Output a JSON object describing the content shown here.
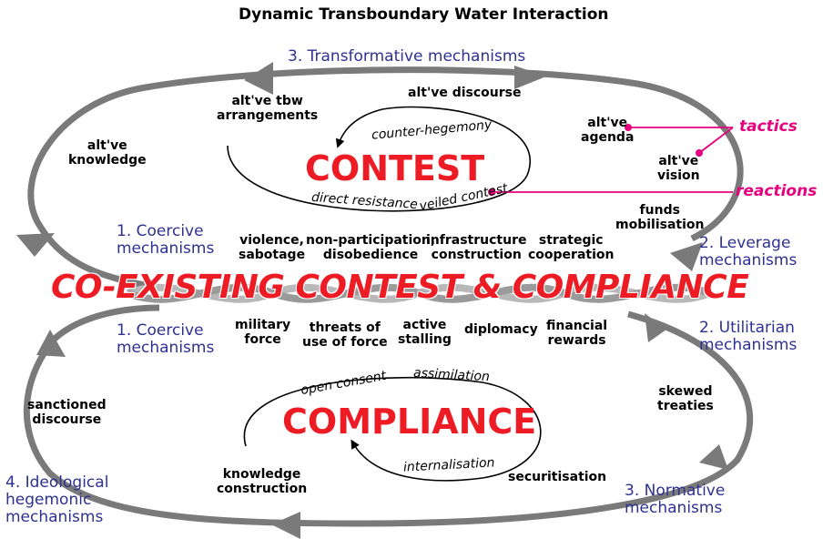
{
  "title": "Dynamic Transboundary Water Interaction",
  "center": {
    "contest": "CONTEST",
    "compliance": "COMPLIANCE",
    "banner": "CO-EXISTING CONTEST & COMPLIANCE"
  },
  "mechanisms": {
    "transformative": "3. Transformative mechanisms",
    "coercive_top": "1. Coercive\nmechanisms",
    "leverage": "2. Leverage\nmechanisms",
    "coercive_bottom": "1. Coercive\nmechanisms",
    "utilitarian": "2. Utilitarian\nmechanisms",
    "normative": "3. Normative\nmechanisms",
    "ideological": "4. Ideological\nhegemonic\nmechanisms"
  },
  "upper_loop": {
    "alt_tbw": "alt've tbw\narrangements",
    "alt_discourse": "alt've discourse",
    "alt_knowledge": "alt've\nknowledge",
    "alt_agenda": "alt've\nagenda",
    "alt_vision": "alt've\nvision",
    "funds": "funds\nmobilisation"
  },
  "contest_cycle": {
    "counter_hegemony": "counter-hegemony",
    "direct_resistance": "direct resistance",
    "veiled_contest": "veiled contest"
  },
  "contest_tactics": {
    "violence": "violence,\nsabotage",
    "non_participation": "non-participation,\ndisobedience",
    "infrastructure": "infrastructure\nconstruction",
    "strategic": "strategic\ncooperation"
  },
  "compliance_tactics": {
    "military": "military\nforce",
    "threats": "threats of\nuse of force",
    "stalling": "active\nstalling",
    "diplomacy": "diplomacy",
    "financial": "financial\nrewards"
  },
  "lower_loop": {
    "sanctioned": "sanctioned\ndiscourse",
    "skewed": "skewed\ntreaties",
    "knowledge_construction": "knowledge\nconstruction",
    "securitisation": "securitisation"
  },
  "compliance_cycle": {
    "open_consent": "open consent",
    "assimilation": "assimilation",
    "internalisation": "internalisation"
  },
  "legend": {
    "tactics": "tactics",
    "reactions": "reactions"
  },
  "colors": {
    "loop": "#7a7a7a",
    "mechanism_text": "#2e3192",
    "accent": "#ed1c24",
    "callout": "#e6007e"
  }
}
